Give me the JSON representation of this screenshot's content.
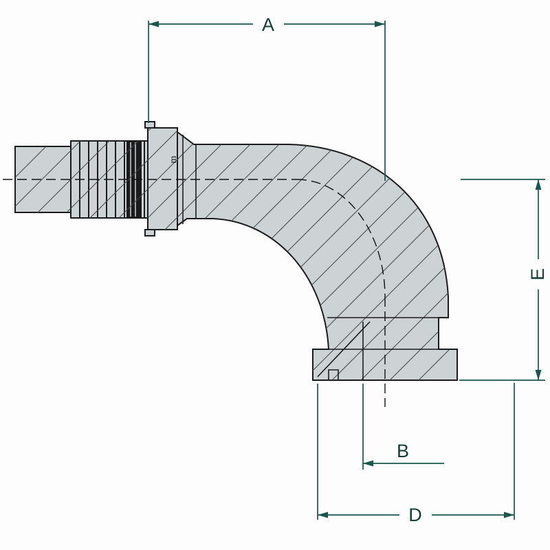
{
  "diagram": {
    "dimension_labels": {
      "a": "A",
      "b": "B",
      "d": "D",
      "e": "E"
    },
    "marking": "m",
    "colors": {
      "dimension": "#19564b",
      "label": "#143f38",
      "body_fill": "#cdd2d4",
      "body_stroke": "#1b1b1b",
      "hatch": "#41474a",
      "centerline": "#111111",
      "background": "#fdfdfd"
    }
  }
}
